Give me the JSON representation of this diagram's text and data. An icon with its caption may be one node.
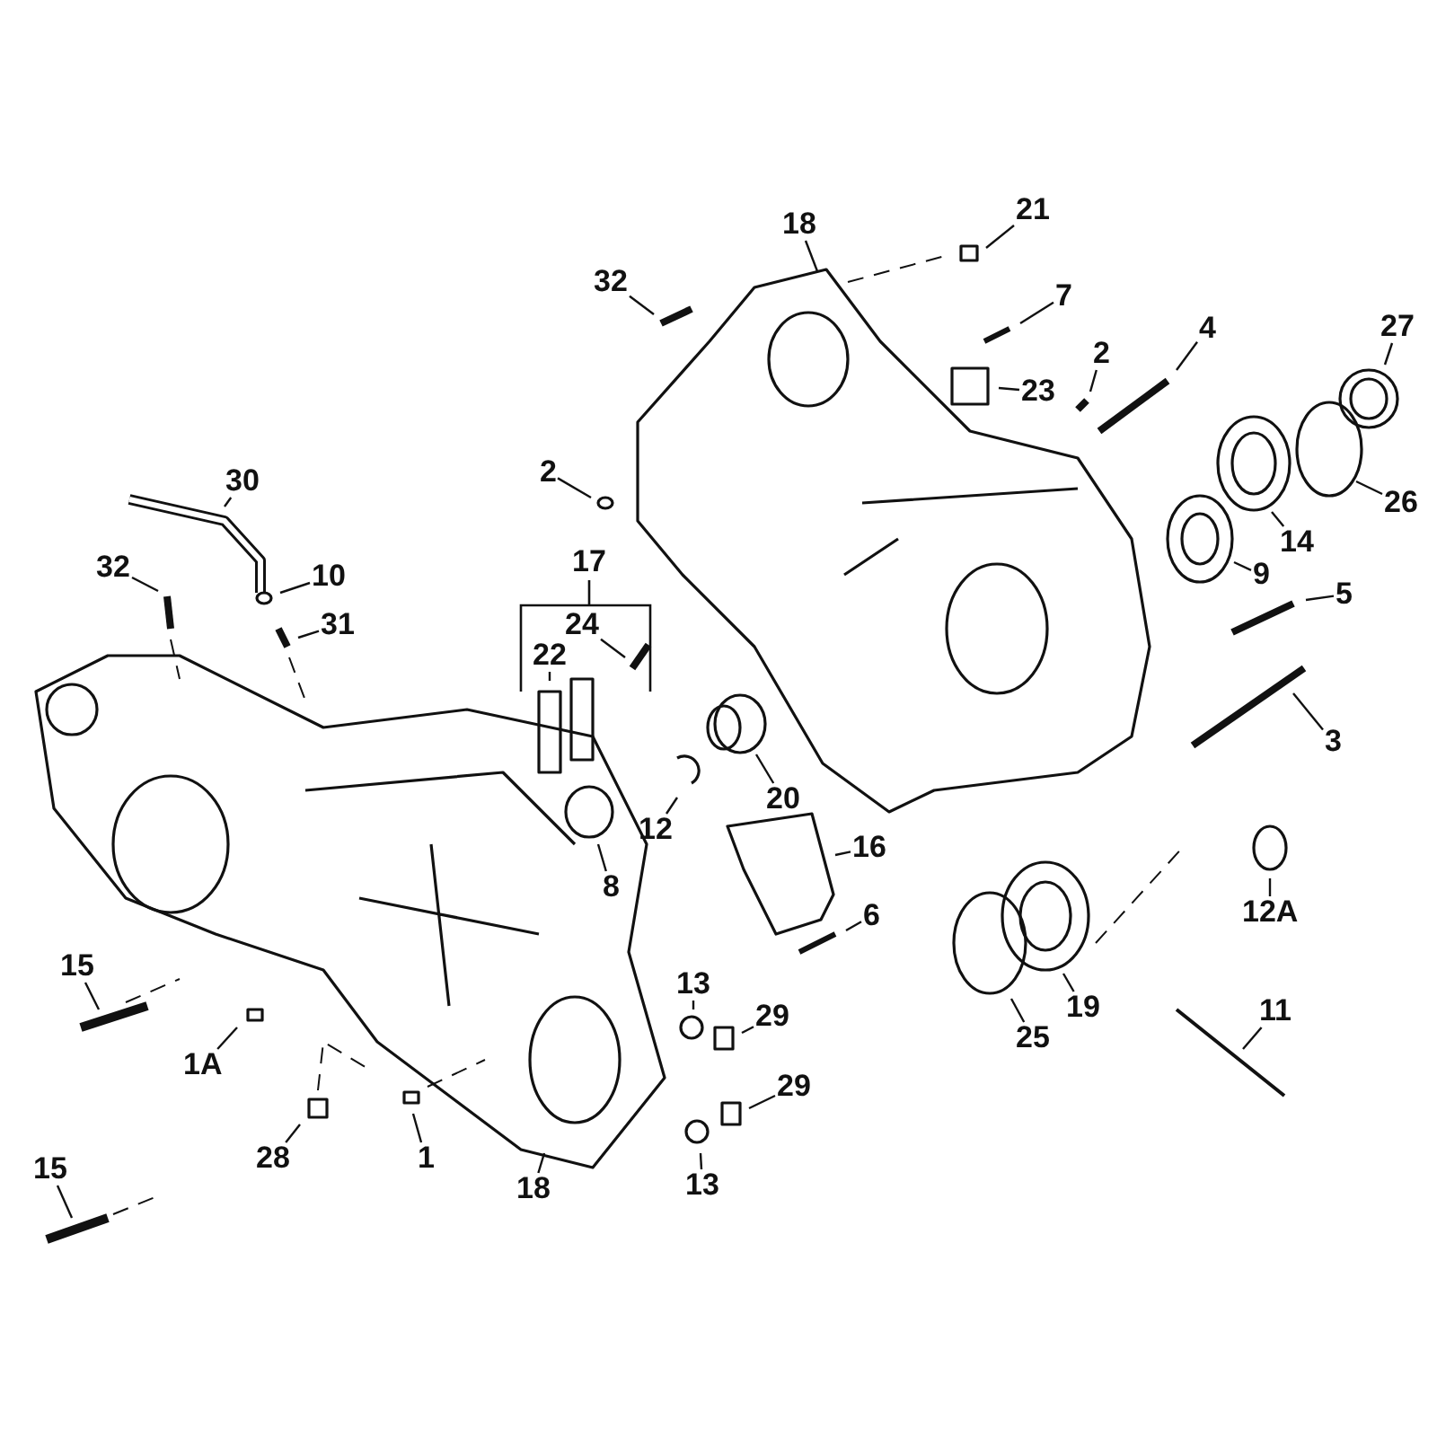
{
  "diagram": {
    "nodes": [
      {
        "text": [
          "18"
        ]
      },
      {
        "text": [
          "21"
        ]
      },
      {
        "text": [
          "32"
        ]
      },
      {
        "text": [
          "7"
        ]
      },
      {
        "text": [
          "2"
        ]
      },
      {
        "text": [
          "4"
        ]
      },
      {
        "text": [
          "27"
        ]
      },
      {
        "text": [
          "23"
        ]
      },
      {
        "text": [
          "2"
        ]
      },
      {
        "text": [
          "30"
        ]
      },
      {
        "text": [
          "14"
        ]
      },
      {
        "text": [
          "26"
        ]
      },
      {
        "text": [
          "17"
        ]
      },
      {
        "text": [
          "9"
        ]
      },
      {
        "text": [
          "32"
        ]
      },
      {
        "text": [
          "10"
        ]
      },
      {
        "text": [
          "5"
        ]
      },
      {
        "text": [
          "24"
        ]
      },
      {
        "text": [
          "31"
        ]
      },
      {
        "text": [
          "22"
        ]
      },
      {
        "text": [
          "3"
        ]
      },
      {
        "text": [
          "20"
        ]
      },
      {
        "text": [
          "12"
        ]
      },
      {
        "text": [
          "16"
        ]
      },
      {
        "text": [
          "8"
        ]
      },
      {
        "text": [
          "12A"
        ]
      },
      {
        "text": [
          "6"
        ]
      },
      {
        "text": [
          "15"
        ]
      },
      {
        "text": [
          "13"
        ]
      },
      {
        "text": [
          "29"
        ]
      },
      {
        "text": [
          "19"
        ]
      },
      {
        "text": [
          "1A"
        ]
      },
      {
        "text": [
          "25"
        ]
      },
      {
        "text": [
          "11"
        ]
      },
      {
        "text": [
          "29"
        ]
      },
      {
        "text": [
          "28"
        ]
      },
      {
        "text": [
          "1"
        ]
      },
      {
        "text": [
          "18"
        ]
      },
      {
        "text": [
          "13"
        ]
      },
      {
        "text": [
          "15"
        ]
      }
    ],
    "edges": [
      {
        "from": 0,
        "to": null,
        "arrow": "none"
      },
      {
        "from": 1,
        "to": null,
        "arrow": "none"
      },
      {
        "from": 2,
        "to": null,
        "arrow": "none"
      },
      {
        "from": 3,
        "to": null,
        "arrow": "none"
      },
      {
        "from": 4,
        "to": null,
        "arrow": "none"
      },
      {
        "from": 5,
        "to": null,
        "arrow": "none"
      },
      {
        "from": 6,
        "to": null,
        "arrow": "none"
      },
      {
        "from": 7,
        "to": null,
        "arrow": "none"
      },
      {
        "from": 8,
        "to": null,
        "arrow": "none"
      },
      {
        "from": 9,
        "to": null,
        "arrow": "none"
      },
      {
        "from": 10,
        "to": null,
        "arrow": "none"
      },
      {
        "from": 11,
        "to": null,
        "arrow": "none"
      },
      {
        "from": 13,
        "to": null,
        "arrow": "none"
      },
      {
        "from": 14,
        "to": null,
        "arrow": "none"
      },
      {
        "from": 15,
        "to": null,
        "arrow": "none"
      },
      {
        "from": 16,
        "to": null,
        "arrow": "none"
      },
      {
        "from": 17,
        "to": null,
        "arrow": "none"
      },
      {
        "from": 18,
        "to": null,
        "arrow": "none"
      },
      {
        "from": 19,
        "to": null,
        "arrow": "none"
      },
      {
        "from": 20,
        "to": null,
        "arrow": "none"
      },
      {
        "from": 21,
        "to": null,
        "arrow": "none"
      },
      {
        "from": 22,
        "to": null,
        "arrow": "none"
      },
      {
        "from": 23,
        "to": null,
        "arrow": "none"
      },
      {
        "from": 24,
        "to": null,
        "arrow": "none"
      },
      {
        "from": 25,
        "to": null,
        "arrow": "none"
      },
      {
        "from": 26,
        "to": null,
        "arrow": "none"
      },
      {
        "from": 27,
        "to": null,
        "arrow": "none"
      },
      {
        "from": 28,
        "to": null,
        "arrow": "none"
      },
      {
        "from": 29,
        "to": null,
        "arrow": "none"
      },
      {
        "from": 30,
        "to": null,
        "arrow": "none"
      },
      {
        "from": 31,
        "to": null,
        "arrow": "none"
      },
      {
        "from": 32,
        "to": null,
        "arrow": "none"
      },
      {
        "from": 33,
        "to": null,
        "arrow": "none"
      },
      {
        "from": 34,
        "to": null,
        "arrow": "none"
      },
      {
        "from": 35,
        "to": null,
        "arrow": "none"
      },
      {
        "from": 36,
        "to": null,
        "arrow": "none"
      },
      {
        "from": 37,
        "to": null,
        "arrow": "none"
      },
      {
        "from": 38,
        "to": null,
        "arrow": "none"
      },
      {
        "from": 39,
        "to": null,
        "arrow": "none"
      }
    ]
  }
}
